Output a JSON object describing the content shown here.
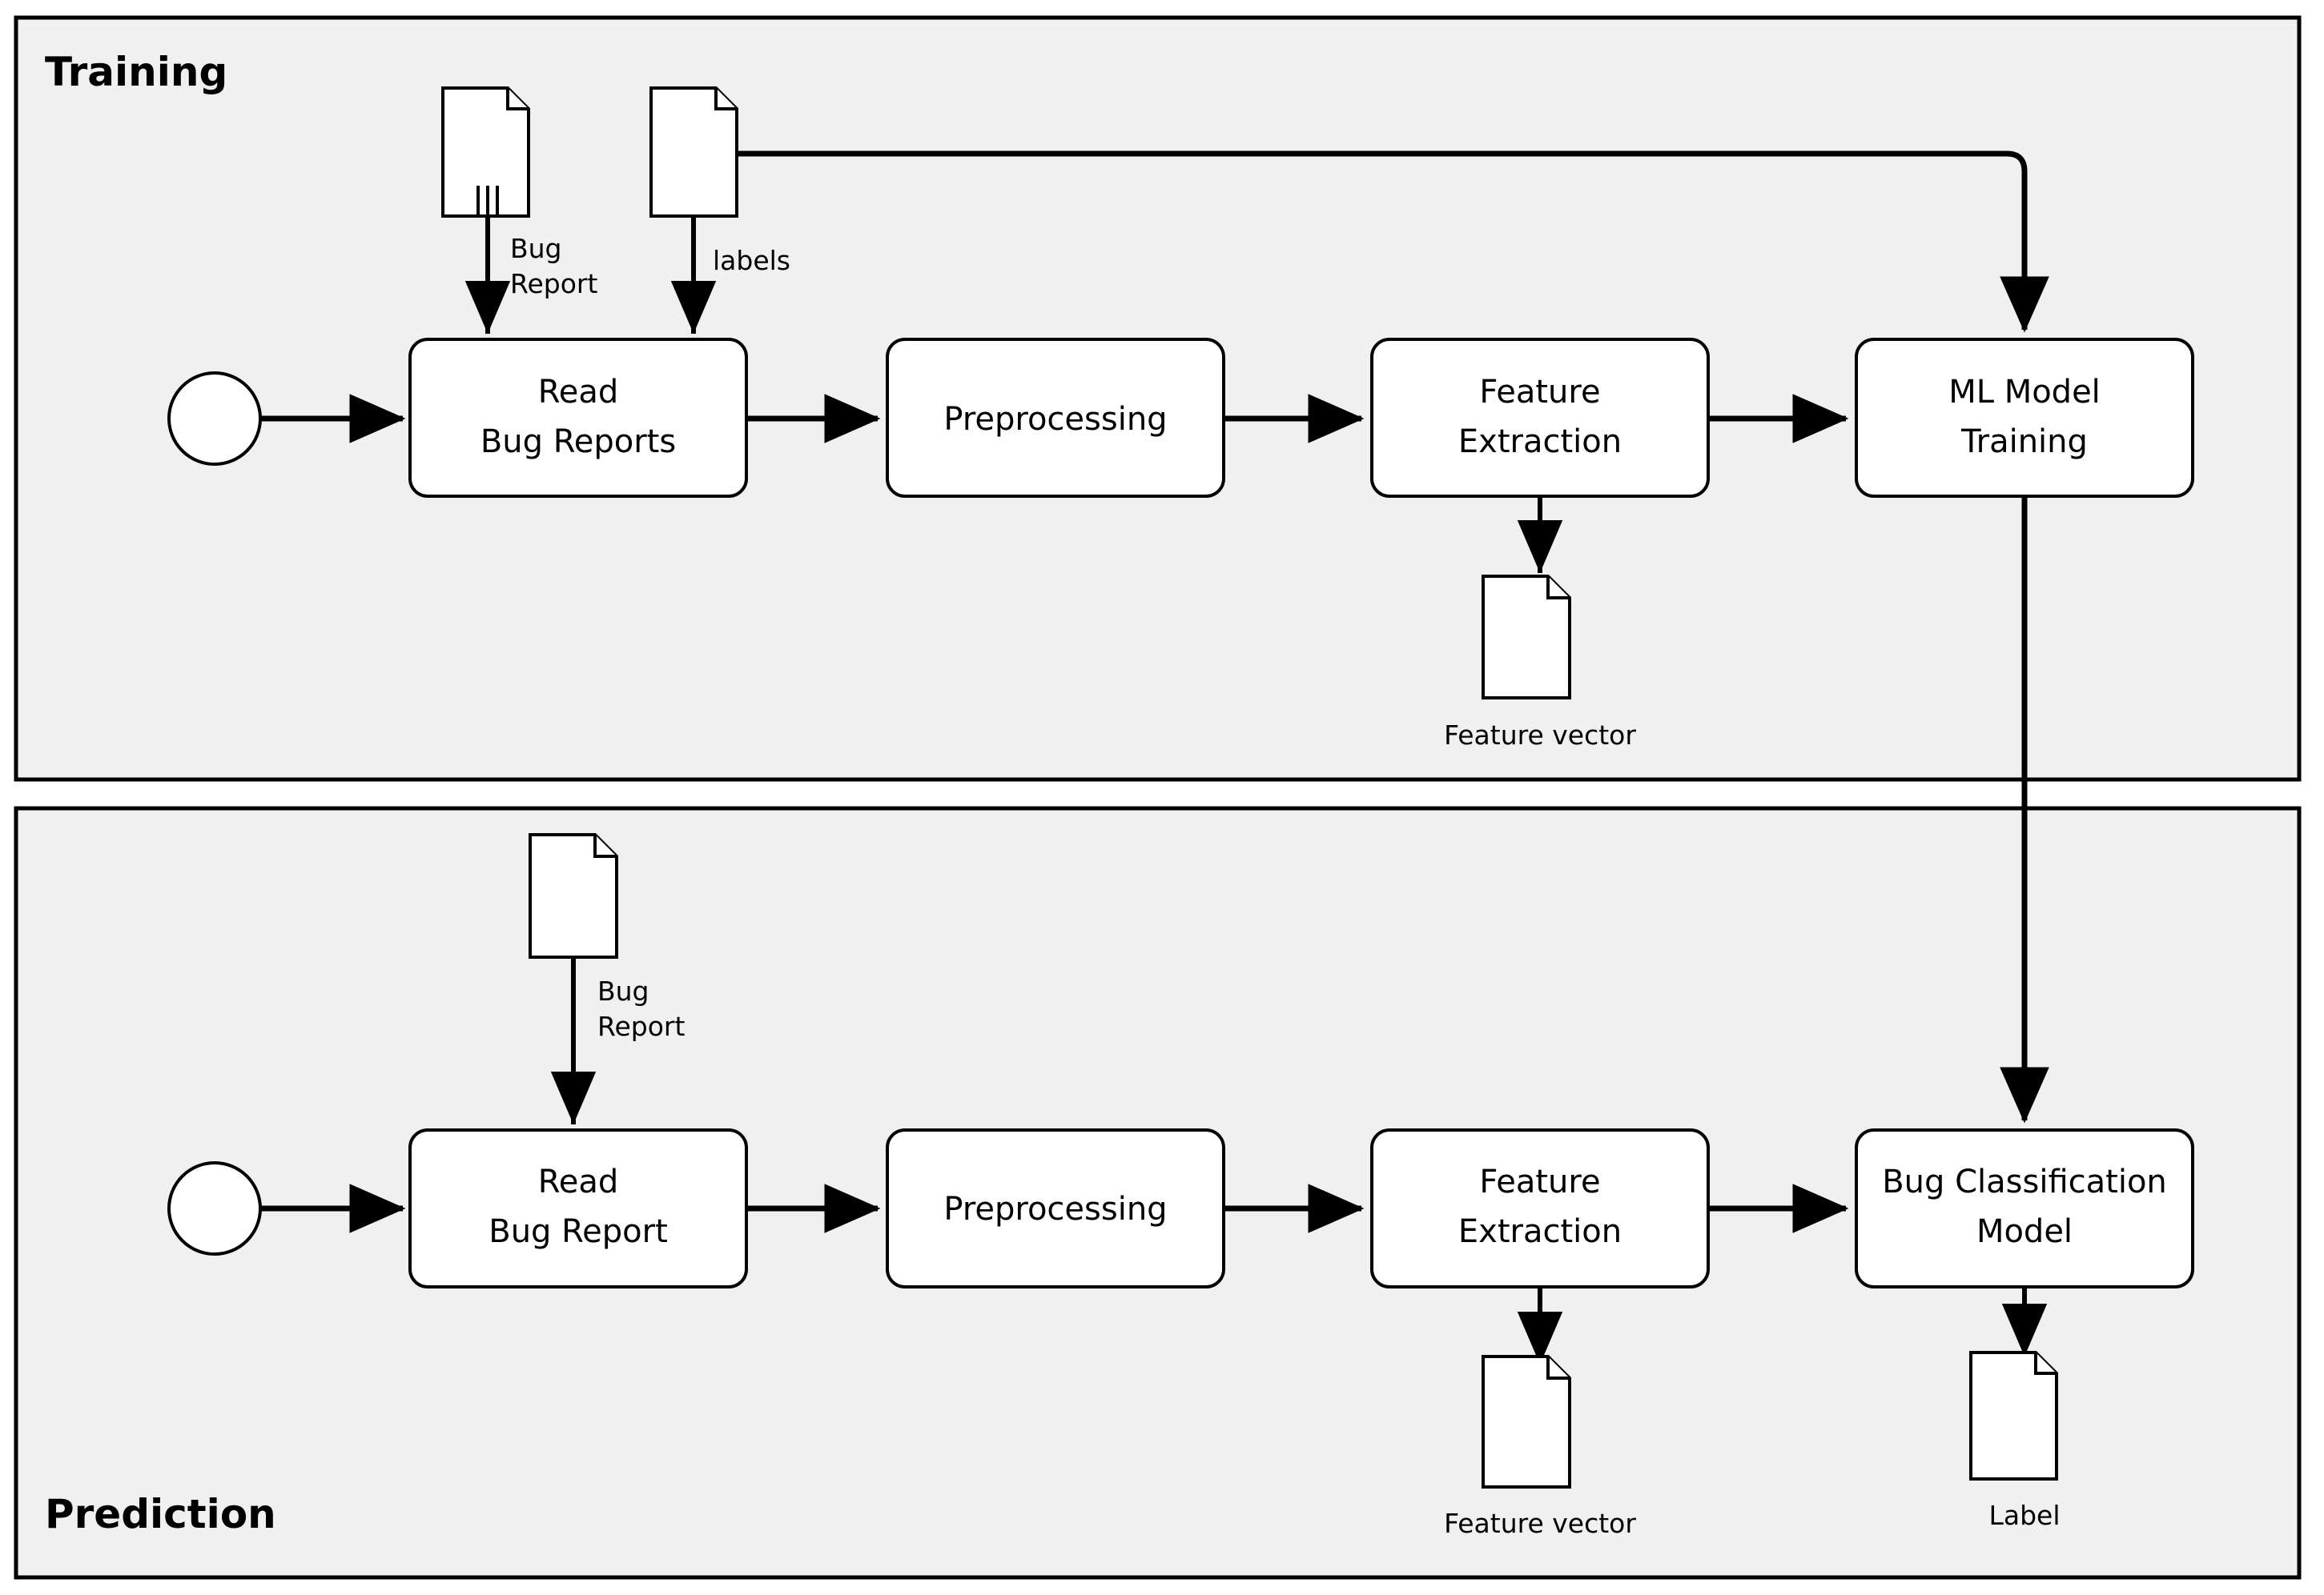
{
  "diagram": {
    "type": "bpmn-process-flow",
    "background_color": "#ffffff",
    "lane_fill": "#f0f0f0",
    "stroke_color": "#000000"
  },
  "lanes": [
    {
      "id": "training",
      "title": "Training",
      "title_position": "top-left"
    },
    {
      "id": "prediction",
      "title": "Prediction",
      "title_position": "bottom-left"
    }
  ],
  "training": {
    "start_event": "start-event",
    "tasks": [
      {
        "id": "read-bug-reports",
        "line1": "Read",
        "line2": "Bug Reports"
      },
      {
        "id": "preprocessing",
        "line1": "Preprocessing",
        "line2": ""
      },
      {
        "id": "feature-extraction",
        "line1": "Feature",
        "line2": "Extraction"
      },
      {
        "id": "ml-model-training",
        "line1": "ML Model",
        "line2": "Training"
      }
    ],
    "artifacts": [
      {
        "id": "bug-report-collection",
        "line1": "Bug",
        "line2": "Report",
        "multi": true
      },
      {
        "id": "labels",
        "line1": "labels",
        "line2": "",
        "multi": false
      },
      {
        "id": "feature-vector",
        "caption": "Feature vector",
        "multi": false
      }
    ]
  },
  "prediction": {
    "start_event": "start-event",
    "tasks": [
      {
        "id": "read-bug-report",
        "line1": "Read",
        "line2": "Bug Report"
      },
      {
        "id": "preprocessing",
        "line1": "Preprocessing",
        "line2": ""
      },
      {
        "id": "feature-extraction",
        "line1": "Feature",
        "line2": "Extraction"
      },
      {
        "id": "bug-classification-model",
        "line1": "Bug Classification",
        "line2": "Model"
      }
    ],
    "artifacts": [
      {
        "id": "bug-report",
        "line1": "Bug",
        "line2": "Report",
        "multi": false
      },
      {
        "id": "feature-vector",
        "caption": "Feature vector",
        "multi": false
      },
      {
        "id": "label",
        "caption": "Label",
        "multi": false
      }
    ]
  }
}
